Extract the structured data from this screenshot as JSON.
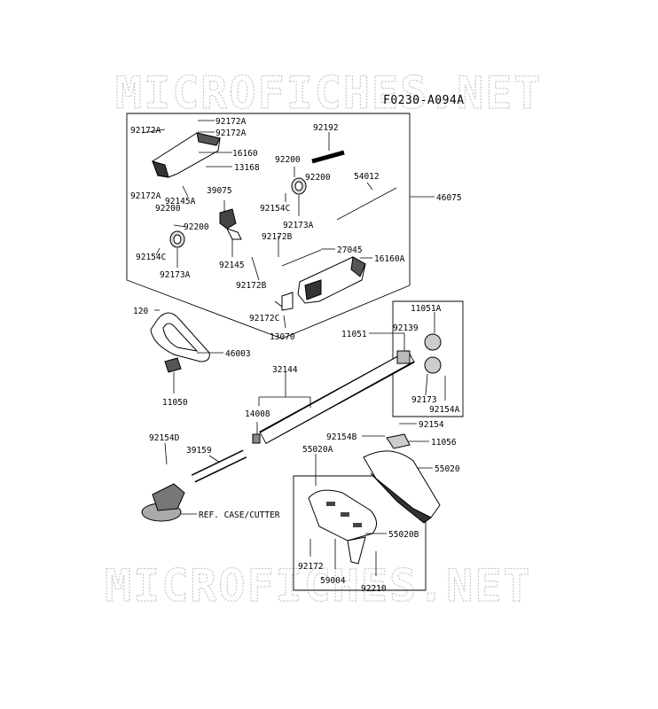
{
  "diagram": {
    "code": "F0230-A094A",
    "watermark_top": "MICROFICHES.NET",
    "watermark_bottom": "MICROFICHES.NET",
    "labels": {
      "l92172A_1": "92172A",
      "l92172A_2": "92172A",
      "l92172A_3": "92172A",
      "l92172A_4": "92172A",
      "l16160": "16160",
      "l13168": "13168",
      "l92145A": "92145A",
      "l92200_a": "92200",
      "l39075": "39075",
      "l92200_b": "92200",
      "l92154C_a": "92154C",
      "l92173A_a": "92173A",
      "l92145": "92145",
      "l92192": "92192",
      "l92200_c": "92200",
      "l92200_d": "92200",
      "l92154C_b": "92154C",
      "l92173A_b": "92173A",
      "l54012": "54012",
      "l46075": "46075",
      "l92172B_a": "92172B",
      "l27045": "27045",
      "l16160A": "16160A",
      "l92172B_b": "92172B",
      "l92172C": "92172C",
      "l13070": "13070",
      "l120": "120",
      "l46003": "46003",
      "l11050": "11050",
      "l32144": "32144",
      "l11051": "11051",
      "l92139": "92139",
      "l11051A": "11051A",
      "l92173": "92173",
      "l92154A": "92154A",
      "l14008": "14008",
      "l92154": "92154",
      "l92154B": "92154B",
      "l11056": "11056",
      "l92154D": "92154D",
      "l39159": "39159",
      "l55020A": "55020A",
      "l55020": "55020",
      "l_ref": "REF. CASE/CUTTER",
      "l55020B": "55020B",
      "l92172": "92172",
      "l59004": "59004",
      "l92210": "92210"
    }
  }
}
